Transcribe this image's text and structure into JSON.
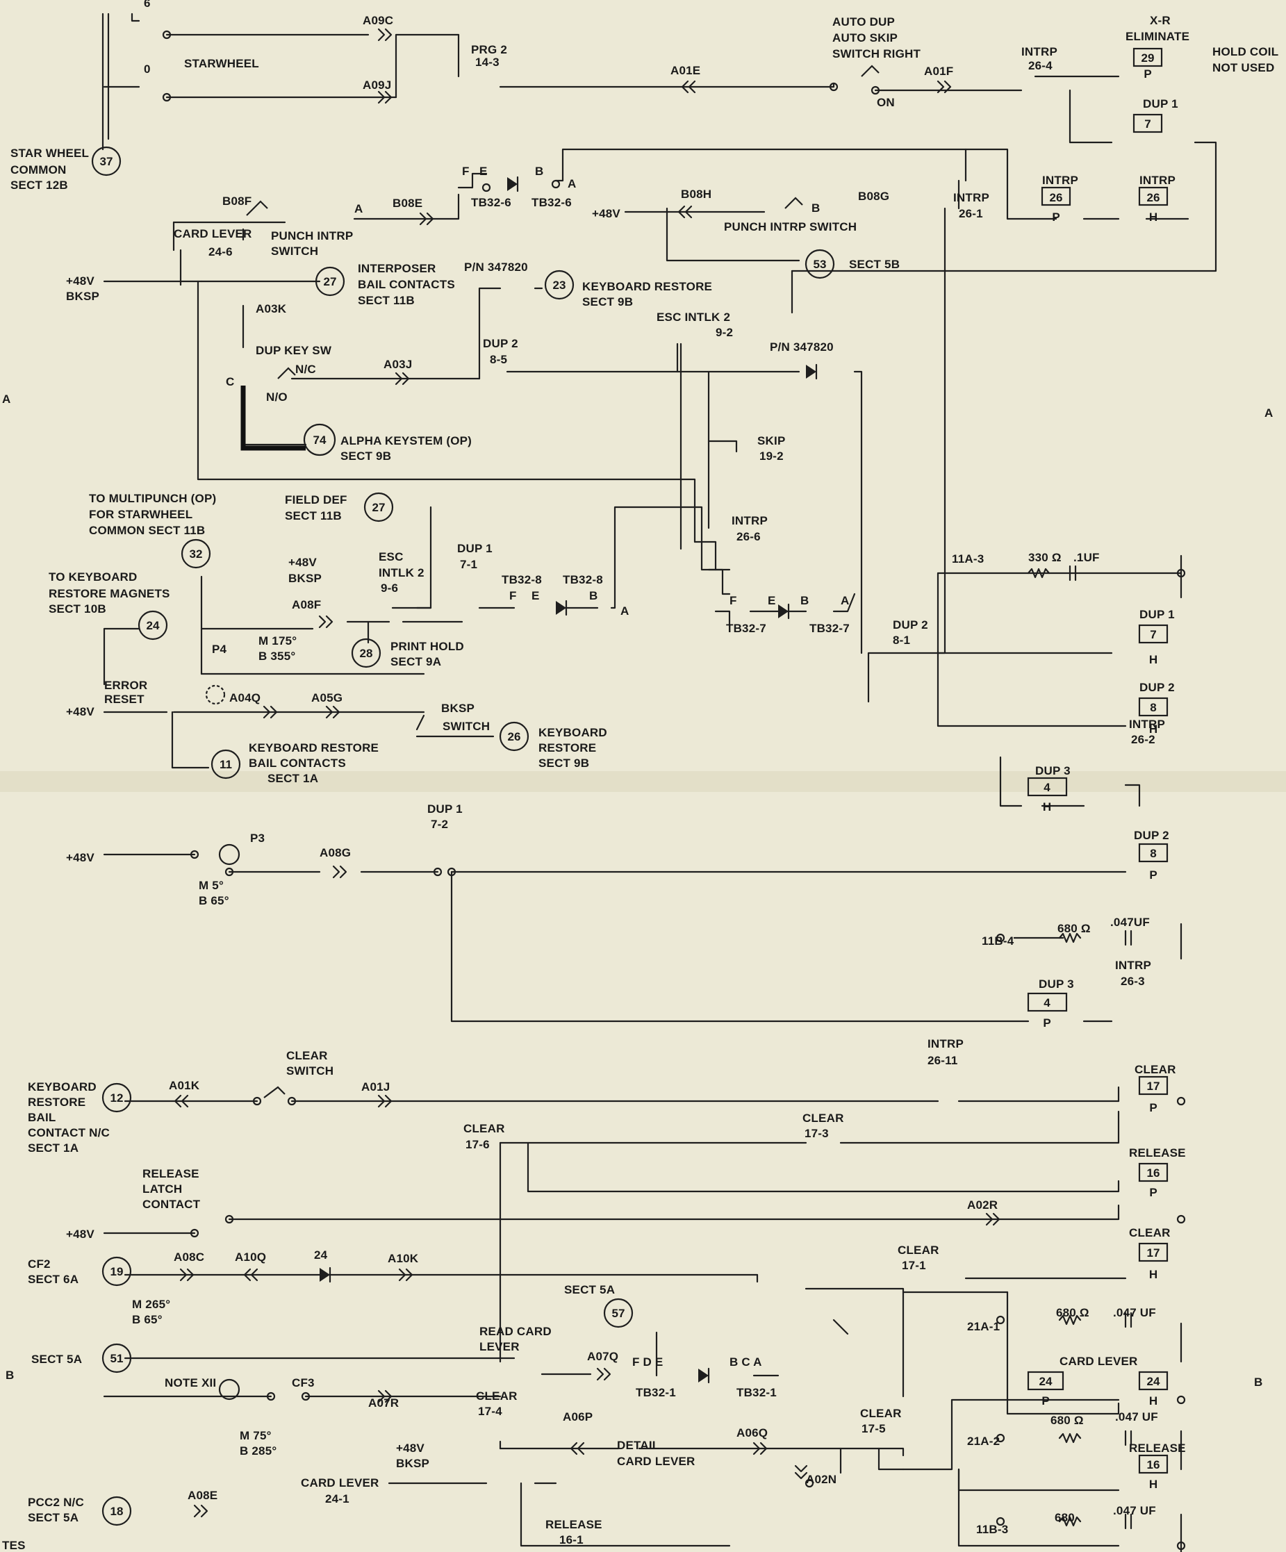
{
  "top": {
    "starwheel": "STARWHEEL",
    "pin_6": "6",
    "pin_0": "0",
    "a09c": "A09C",
    "a09j": "A09J",
    "prg2": "PRG 2",
    "prg2_pin": "14-3",
    "a01e": "A01E",
    "auto_dup_1": "AUTO DUP",
    "auto_dup_2": "AUTO SKIP",
    "auto_dup_3": "SWITCH RIGHT",
    "a01f": "A01F",
    "on": "ON",
    "intrp_264": "INTRP",
    "intrp_264_pin": "26-4",
    "xr_1": "X-R",
    "xr_2": "ELIMINATE",
    "relay_29": "29",
    "p": "P",
    "hold_coil_1": "HOLD COIL",
    "hold_coil_2": "NOT USED",
    "dup1": "DUP 1",
    "relay_7": "7",
    "star_wheel_1": "STAR WHEEL",
    "star_wheel_2": "COMMON",
    "star_wheel_3": "SECT 12B",
    "node_37": "37",
    "fe_f": "F",
    "fe_e": "E",
    "fe_b": "B",
    "fe_a": "A",
    "tb326a": "TB32-6",
    "tb326b": "TB32-6",
    "b08f": "B08F",
    "b08e": "B08E",
    "punch_intrp_1": "PUNCH INTRP",
    "punch_intrp_2": "SWITCH",
    "a_label": "A",
    "card_lever": "CARD LEVER",
    "card_lever_pin": "24-6",
    "plus48v": "+48V",
    "b08h": "B08H",
    "b08g": "B08G",
    "b_label": "B",
    "punch_intrp_switch": "PUNCH INTRP SWITCH",
    "node_53": "53",
    "sect_5b": "SECT 5B",
    "intrp_261": "INTRP",
    "intrp_261_pin": "26-1",
    "intrp_26a": "INTRP",
    "relay_26a": "26",
    "intrp_26b": "INTRP",
    "relay_26b": "26",
    "h": "H"
  },
  "mid": {
    "bksp_48v": "+48V",
    "bksp": "BKSP",
    "node_27a": "27",
    "interposer_1": "INTERPOSER",
    "interposer_2": "BAIL CONTACTS",
    "interposer_3": "SECT 11B",
    "pn1": "P/N 347820",
    "node_23": "23",
    "kb_restore_1": "KEYBOARD RESTORE",
    "kb_restore_2": "SECT 9B",
    "a03k": "A03K",
    "esc_intlk2": "ESC INTLK 2",
    "esc_intlk2_pin": "9-2",
    "dup_key_sw": "DUP KEY SW",
    "dup2": "DUP 2",
    "dup2_pin": "8-5",
    "pn2": "P/N 347820",
    "nc": "N/C",
    "no": "N/O",
    "c": "C",
    "a03j": "A03J",
    "node_74": "74",
    "alpha_1": "ALPHA KEYSTEM (OP)",
    "alpha_2": "SECT 9B",
    "skip": "SKIP",
    "skip_pin": "19-2",
    "side_a_left": "A",
    "side_a_right": "A"
  },
  "mp": {
    "multipunch_1": "TO MULTIPUNCH (OP)",
    "multipunch_2": "FOR STARWHEEL",
    "multipunch_3": "COMMON SECT 11B",
    "field_def_1": "FIELD DEF",
    "field_def_2": "SECT 11B",
    "node_27b": "27",
    "intrp_266": "INTRP",
    "intrp_266_pin": "26-6",
    "node_32": "32",
    "esc_1": "ESC",
    "esc_2": "INTLK 2",
    "esc_3": "9-6",
    "p48v": "+48V",
    "bksp": "BKSP",
    "dup1": "DUP 1",
    "dup1_pin": "7-1",
    "tb328a": "TB32-8",
    "tb328b": "TB32-8",
    "fe_f": "F",
    "fe_e": "E",
    "fe_b": "B",
    "fe_a": "A",
    "to_kb_1": "TO KEYBOARD",
    "to_kb_2": "RESTORE MAGNETS",
    "to_kb_3": "SECT 10B",
    "node_24": "24",
    "a08f": "A08F",
    "p4": "P4",
    "m175": "M 175°",
    "b355": "B 355°",
    "node_28": "28",
    "print_hold_1": "PRINT HOLD",
    "print_hold_2": "SECT 9A",
    "f2": "F",
    "e2": "E",
    "b2": "B",
    "a2": "A",
    "tb327a": "TB32-7",
    "tb327b": "TB32-7",
    "r11a3": "11A-3",
    "r330": "330 Ω",
    "c1uf": ".1UF",
    "dup1b": "DUP 1",
    "relay_7b": "7",
    "dup2b": "DUP 2",
    "dup2b_pin": "8-1",
    "error_1": "ERROR",
    "error_2": "RESET",
    "plus48": "+48V",
    "a04q": "A04Q",
    "a05g": "A05G",
    "bksp_sw_1": "BKSP",
    "bksp_sw_2": "SWITCH",
    "dup2c": "DUP 2",
    "relay_8": "8",
    "node_26": "26",
    "kbr_1": "KEYBOARD",
    "kbr_2": "RESTORE",
    "kbr_3": "SECT 9B",
    "intrp_262": "INTRP",
    "intrp_262_pin": "26-2",
    "node_11": "11",
    "kbbail_1": "KEYBOARD RESTORE",
    "kbbail_2": "BAIL CONTACTS",
    "kbbail_3": "SECT 1A",
    "dup3": "DUP 3",
    "relay_4": "4"
  },
  "lower": {
    "dup1": "DUP 1",
    "dup1_pin": "7-2",
    "plus48": "+48V",
    "p3": "P3",
    "a08g": "A08G",
    "m5": "M 5°",
    "b65": "B 65°",
    "dup2": "DUP 2",
    "relay_8": "8",
    "r11b4": "11B-4",
    "r680": "680 Ω",
    "c047": ".047UF",
    "intrp_263": "INTRP",
    "intrp_263_pin": "26-3",
    "dup3": "DUP 3",
    "relay_4": "4"
  },
  "bottom": {
    "intrp_2611": "INTRP",
    "intrp_2611_pin": "26-11",
    "clear_switch_1": "CLEAR",
    "clear_switch_2": "SWITCH",
    "kb_1": "KEYBOARD",
    "kb_2": "RESTORE",
    "kb_3": "BAIL",
    "kb_4": "CONTACT N/C",
    "kb_5": "SECT 1A",
    "node_12": "12",
    "a01k": "A01K",
    "a01j": "A01J",
    "clear_a": "CLEAR",
    "relay_17a": "17",
    "clear_173": "CLEAR",
    "clear_173_pin": "17-3",
    "clear_176": "CLEAR",
    "clear_176_pin": "17-6",
    "release_a": "RELEASE",
    "relay_16a": "16",
    "release_latch_1": "RELEASE",
    "release_latch_2": "LATCH",
    "release_latch_3": "CONTACT",
    "plus48": "+48V",
    "a02r": "A02R",
    "clear_b": "CLEAR",
    "relay_17b": "17",
    "cf2_1": "CF2",
    "cf2_2": "SECT 6A",
    "node_19": "19",
    "a08c": "A08C",
    "a10q": "A10Q",
    "d24": "24",
    "a10k": "A10K",
    "clear_171": "CLEAR",
    "clear_171_pin": "17-1",
    "m265": "M 265°",
    "b65": "B 65°",
    "sect_5a_top": "SECT 5A",
    "node_57": "57",
    "r21a1": "21A-1",
    "r680a": "680 Ω",
    "c047a": ".047 UF",
    "sect_5a": "SECT 5A",
    "node_51": "51",
    "read_card_1": "READ CARD",
    "read_card_2": "LEVER",
    "a07q": "A07Q",
    "card_lever_label": "CARD LEVER",
    "relay_24a": "24",
    "relay_24b": "24",
    "side_b_left": "B",
    "side_b_right": "B",
    "note": "NOTE XII",
    "cf3": "CF3",
    "fdefc": "F D E",
    "bca": "B C A",
    "tb321a": "TB32-1",
    "tb321b": "TB32-1",
    "a07r": "A07R",
    "clear_174": "CLEAR",
    "clear_174_pin": "17-4",
    "a06p": "A06P",
    "detail_1": "DETAIL",
    "detail_2": "CARD LEVER",
    "a06q": "A06Q",
    "clear_175": "CLEAR",
    "clear_175_pin": "17-5",
    "r21a2": "21A-2",
    "r680b": "680 Ω",
    "c047b": ".047 UF",
    "m75": "M 75°",
    "b285": "B 285°",
    "p48v": "+48V",
    "bksp": "BKSP",
    "a02n": "A02N",
    "release_b": "RELEASE",
    "relay_16b": "16",
    "pcc2_1": "PCC2 N/C",
    "pcc2_2": "SECT 5A",
    "node_18": "18",
    "a08e": "A08E",
    "card_lever_241": "CARD LEVER",
    "card_lever_241_pin": "24-1",
    "release_161": "RELEASE",
    "release_161_pin": "16-1",
    "r11b3": "11B-3",
    "r680c": "680",
    "c047c": ".047 UF",
    "notes": "TES"
  }
}
